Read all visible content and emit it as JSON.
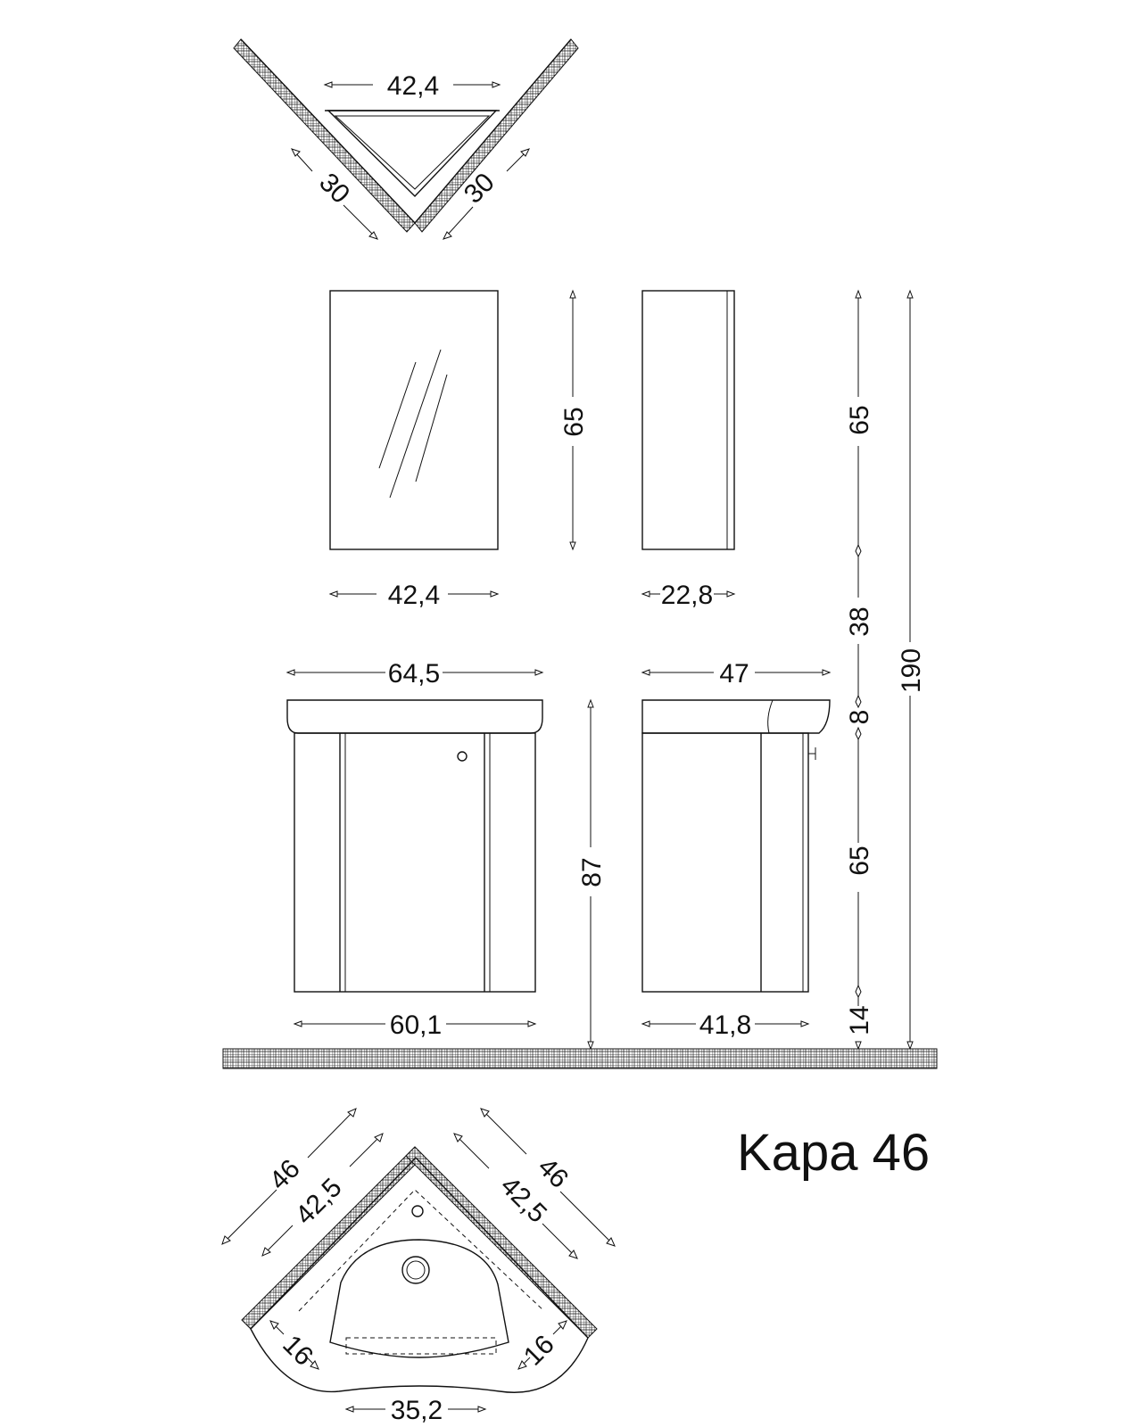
{
  "title": "Kapa 46",
  "top_corner_shelf": {
    "width": "42,4",
    "left_depth": "30",
    "right_depth": "30"
  },
  "mirror_cabinet": {
    "width": "42,4",
    "height": "65",
    "depth": "22,8"
  },
  "base_cabinet": {
    "top_width": "64,5",
    "body_width": "60,1",
    "height": "87",
    "side_top_width": "47",
    "side_body_width": "41,8"
  },
  "elevation_chain": {
    "mirror_height": "65",
    "gap": "38",
    "basin_height": "8",
    "cabinet_height": "65",
    "floor_gap": "14",
    "total_height": "190"
  },
  "corner_basin_plan": {
    "outer_left": "46",
    "inner_left": "42,5",
    "outer_right": "46",
    "inner_right": "42,5",
    "front_left": "16",
    "front_right": "16",
    "front_width": "35,2"
  }
}
